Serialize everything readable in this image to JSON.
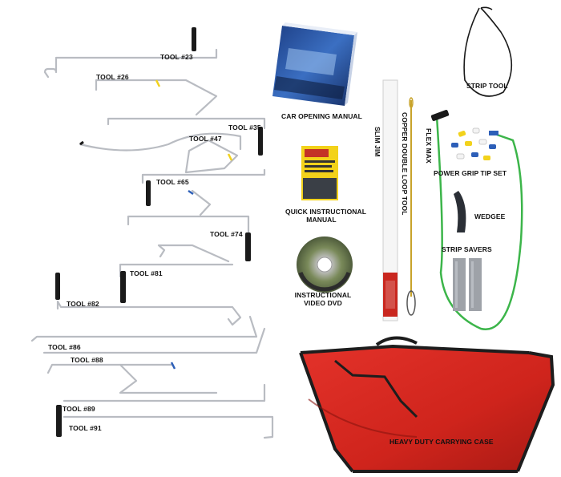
{
  "labels": {
    "tool23": "TOOL #23",
    "tool26": "TOOL #26",
    "tool35": "TOOL #35",
    "tool47": "TOOL #47",
    "tool65": "TOOL #65",
    "tool74": "TOOL #74",
    "tool81": "TOOL #81",
    "tool82": "TOOL #82",
    "tool86": "TOOL #86",
    "tool88": "TOOL #88",
    "tool89": "TOOL #89",
    "tool91": "TOOL #91",
    "car_opening_manual": "CAR OPENING MANUAL",
    "quick_manual_line1": "QUICK INSTRUCTIONAL",
    "quick_manual_line2": "MANUAL",
    "video_line1": "INSTRUCTIONAL",
    "video_line2": "VIDEO DVD",
    "slim_jim": "SLIM JIM",
    "copper_loop": "COPPER DOUBLE LOOP TOOL",
    "flex_max": "FLEX MAX",
    "strip_tool": "STRIP TOOL",
    "power_grip": "POWER GRIP TIP SET",
    "wedgee": "WEDGEE",
    "strip_savers": "STRIP SAVERS",
    "carrying_case": "HEAVY DUTY CARRYING CASE"
  },
  "colors": {
    "wire": "#b9bcc2",
    "handle": "#1a1a1a",
    "case_red": "#d3261c",
    "case_dark": "#1d1d1d",
    "slim_jim_grip": "#c9271f",
    "flex_max_green": "#3cb54a",
    "copper_wire": "#c8a32a",
    "wedgee": "#2b2f36",
    "strip_saver": "#9ea2a8",
    "tip_yellow": "#f2d21c",
    "tip_blue": "#2d5fb8",
    "tip_white": "#f4f4f4"
  }
}
